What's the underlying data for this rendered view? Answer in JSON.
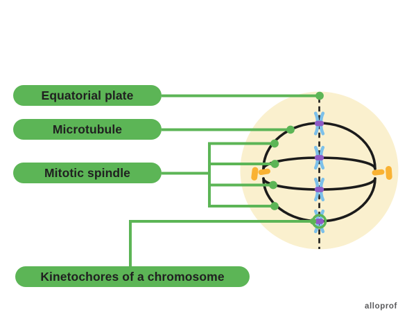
{
  "labels": {
    "equatorial_plate": "Equatorial plate",
    "microtubule": "Microtubule",
    "mitotic_spindle": "Mitotic spindle",
    "kinetochores": "Kinetochores of a chromosome"
  },
  "watermark": "alloprof",
  "colors": {
    "label_pill_green": "#5CB556",
    "leader_line_green": "#5CB556",
    "cell_fill_cream": "#FAF0CE",
    "chromatid_blue": "#7CC0EA",
    "centromere_purple": "#8E5BC5",
    "centriole_orange": "#F9B233",
    "spindle_line_black": "#1B1B1B",
    "label_text": "#202020",
    "watermark_gray": "#58585A",
    "background": "#FFFFFF"
  },
  "diagram": {
    "type": "labeled_biology_diagram",
    "subject": "cell in metaphase with mitotic spindle",
    "chromosomes_on_equatorial_plate": 4,
    "spindle_fibers": 4,
    "centriole_pairs": 2,
    "labels_pointing": {
      "equatorial_plate": "dashed vertical line through cell center",
      "microtubule": "single spindle fiber",
      "mitotic_spindle": "bracket to four spindle fibers",
      "kinetochores": "ring around centromere of bottom chromosome"
    }
  }
}
